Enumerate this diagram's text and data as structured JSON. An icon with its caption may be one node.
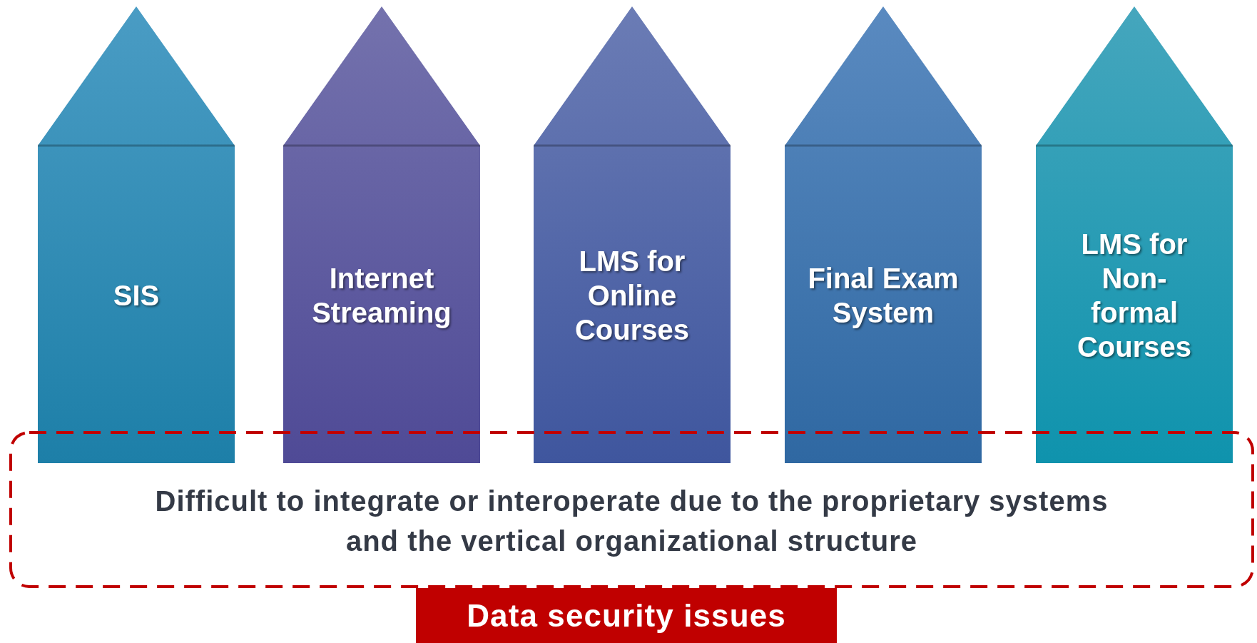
{
  "diagram": {
    "nodes": [
      {
        "text": [
          "SIS"
        ]
      },
      {
        "text": [
          "Internet Streaming"
        ]
      },
      {
        "text": [
          "LMS for Online Courses"
        ]
      },
      {
        "text": [
          "Final Exam System"
        ]
      },
      {
        "text": [
          "LMS for Non-formal Courses"
        ]
      },
      {
        "text": [
          "Difficult to integrate or interoperate due to the proprietary systems and the vertical organizational structure"
        ]
      },
      {
        "text": [
          "Data security issues"
        ]
      }
    ],
    "edges": []
  }
}
